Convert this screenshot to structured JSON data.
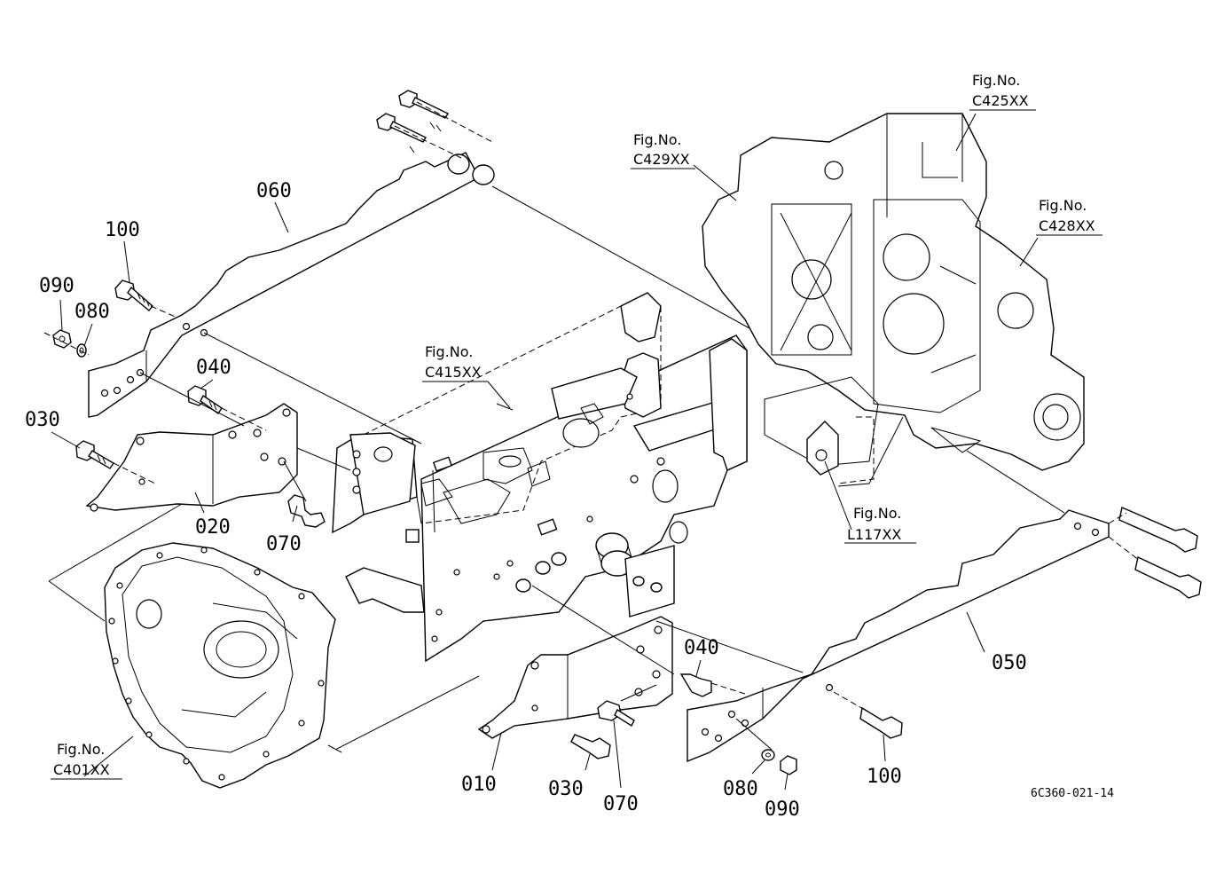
{
  "callouts": {
    "p060": "060",
    "p100_top": "100",
    "p090_top": "090",
    "p080_top": "080",
    "p040_top": "040",
    "p030_top": "030",
    "p020": "020",
    "p070_top": "070",
    "p040_bottom": "040",
    "p050": "050",
    "p010": "010",
    "p030_bottom": "030",
    "p070_bottom": "070",
    "p080_bottom": "080",
    "p090_bottom": "090",
    "p100_bottom": "100"
  },
  "figure_refs": {
    "c425": {
      "label": "Fig.No.",
      "code": "C425XX"
    },
    "c429": {
      "label": "Fig.No.",
      "code": "C429XX"
    },
    "c428": {
      "label": "Fig.No.",
      "code": "C428XX"
    },
    "c415": {
      "label": "Fig.No.",
      "code": "C415XX"
    },
    "l117": {
      "label": "Fig.No.",
      "code": "L117XX"
    },
    "c401": {
      "label": "Fig.No.",
      "code": "C401XX"
    }
  },
  "drawing_code": "6C360-021-14"
}
